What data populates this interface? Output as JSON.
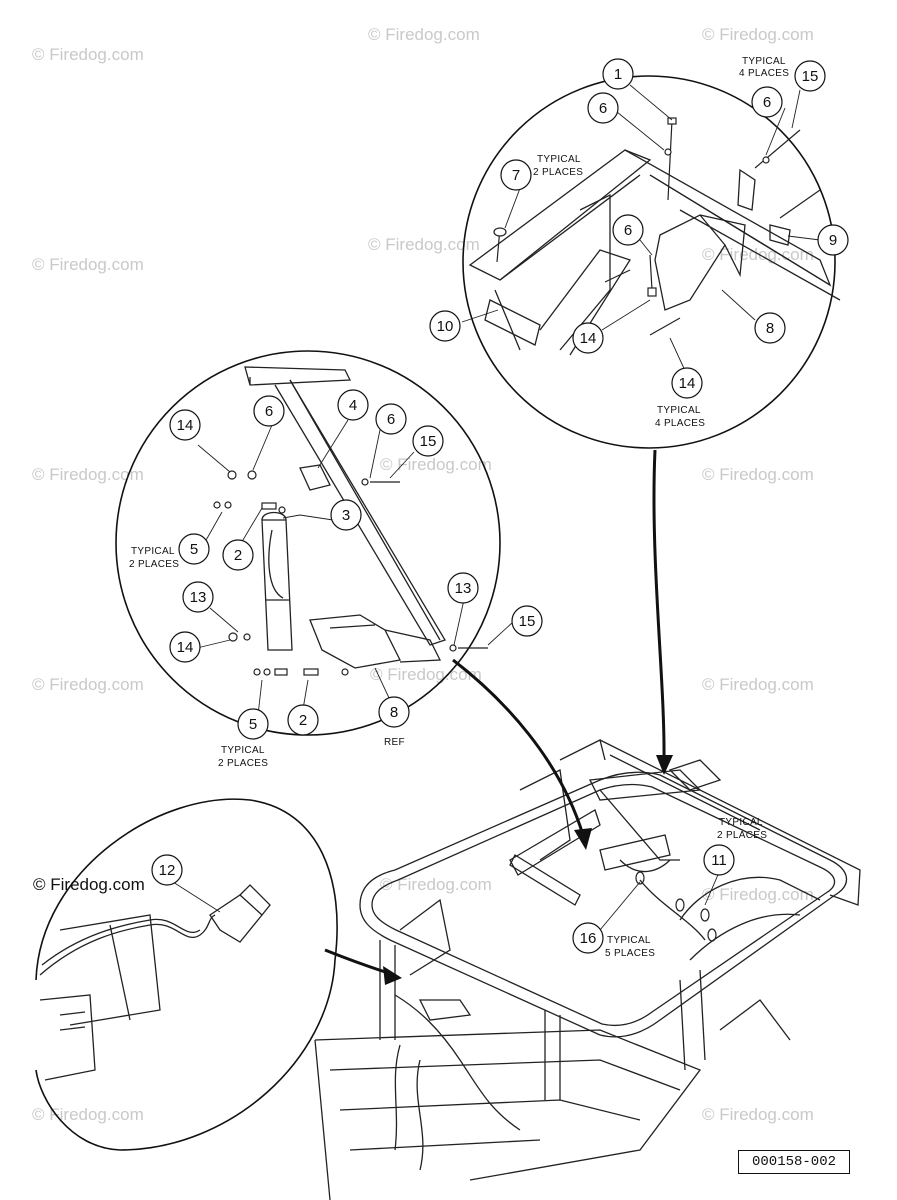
{
  "figure_number": "000158-002",
  "watermark": "© Firedog.com",
  "inset_watermark": "© Firedog.com",
  "callouts": {
    "c1": "1",
    "c6a": "6",
    "c6b": "6",
    "c6c": "6",
    "c15a": "15",
    "c7": "7",
    "c9": "9",
    "c10": "10",
    "c8a": "8",
    "c14a": "14",
    "c14b": "14",
    "c14c": "14",
    "c6d": "6",
    "c4": "4",
    "c6e": "6",
    "c15b": "15",
    "c3": "3",
    "c5a": "5",
    "c2a": "2",
    "c13a": "13",
    "c13b": "13",
    "c15c": "15",
    "c14d": "14",
    "c5b": "5",
    "c2b": "2",
    "c8b": "8",
    "c12": "12",
    "c11": "11",
    "c16": "16"
  },
  "notes": {
    "typ4_line1": "TYPICAL",
    "typ4_line2": "4 PLACES",
    "typ2_line1": "TYPICAL",
    "typ2_line2": "2 PLACES",
    "typ4b_line1": "TYPICAL",
    "typ4b_line2": "4 PLACES",
    "typ2b_line1": "TYPICAL",
    "typ2b_line2": "2 PLACES",
    "typ2c_line1": "TYPICAL",
    "typ2c_line2": "2 PLACES",
    "typ2d_line1": "TYPICAL",
    "typ2d_line2": "2 PLACES",
    "typ5_line1": "TYPICAL",
    "typ5_line2": "5 PLACES",
    "ref": "REF"
  }
}
